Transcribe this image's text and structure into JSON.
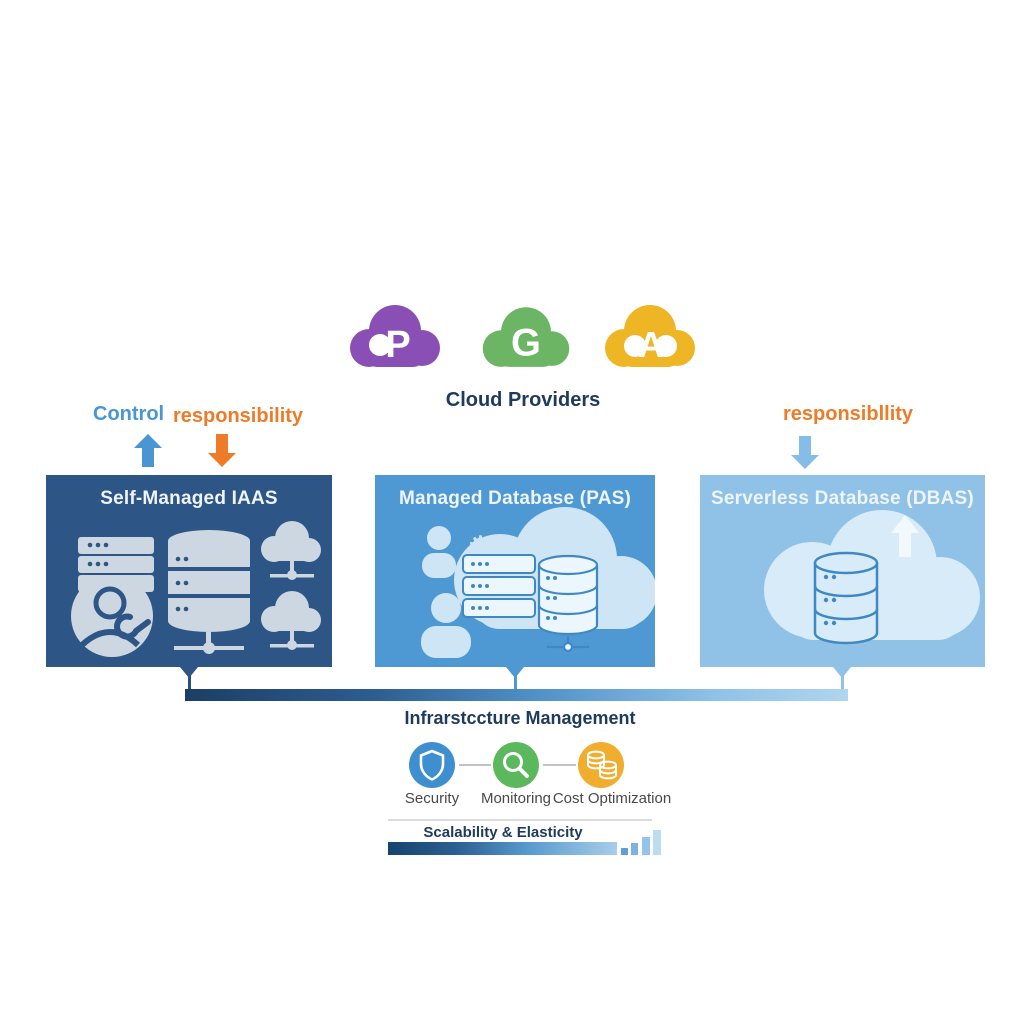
{
  "providers": {
    "title": "Cloud Providers",
    "items": [
      {
        "name": "provider-cloud-p",
        "letter": "P",
        "color": "#8a4fb5"
      },
      {
        "name": "provider-cloud-g",
        "letter": "G",
        "color": "#6cb564"
      },
      {
        "name": "provider-cloud-a",
        "letter": "A",
        "color": "#eeb525"
      }
    ]
  },
  "tradeoff": {
    "left": {
      "control": "Control",
      "responsibility": "responsibility"
    },
    "right": {
      "responsibility": "responsibllity"
    }
  },
  "panels": [
    {
      "title": "Self-Managed IAAS"
    },
    {
      "title": "Managed Database (PAS)"
    },
    {
      "title": "Serverless Database (DBAS)"
    }
  ],
  "management": {
    "title": "Infrarstccture Management",
    "items": [
      {
        "label": "Security",
        "icon": "shield-icon"
      },
      {
        "label": "Monitoring",
        "icon": "magnifier-icon"
      },
      {
        "label": "Cost Optimization",
        "icon": "coins-icon"
      }
    ]
  },
  "scalability": {
    "label": "Scalability & Elasticity"
  },
  "colors": {
    "provider_purple": "#8a4fb5",
    "provider_green": "#6cb564",
    "provider_yellow": "#eeb525",
    "accent_blue": "#4a96d2",
    "accent_light_blue": "#85bde8",
    "accent_orange": "#ee7b28",
    "panel_dark_blue": "#2d5585",
    "panel_medium_blue": "#4e99d4",
    "panel_light_blue": "#90c2e7",
    "heading_navy": "#1e3a5c",
    "security_blue": "#3e8fd0",
    "monitoring_green": "#5cb85c",
    "cost_yellow": "#f0ad2e"
  }
}
